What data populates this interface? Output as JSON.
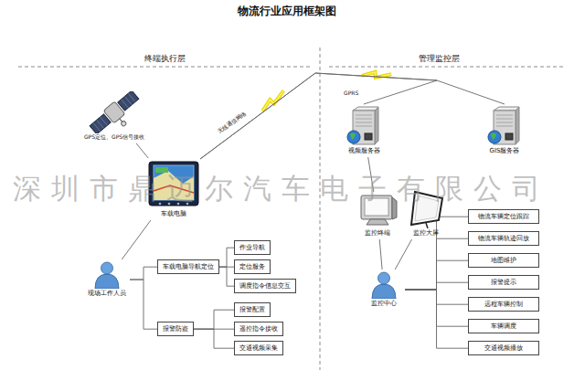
{
  "diagram": {
    "title": "物流行业应用框架图",
    "nodes": [
      {
        "text": [
          "GPS定位、GPS信号接收"
        ]
      },
      {
        "text": [
          "车载电脑"
        ]
      },
      {
        "text": [
          "现场工作人员"
        ]
      },
      {
        "text": [
          "车载电脑导航定位"
        ]
      },
      {
        "text": [
          "作业导航"
        ]
      },
      {
        "text": [
          "定位服务"
        ]
      },
      {
        "text": [
          "调度指令信息交互"
        ]
      },
      {
        "text": [
          "报警防盗"
        ]
      },
      {
        "text": [
          "报警配置"
        ]
      },
      {
        "text": [
          "遥控指令接收"
        ]
      },
      {
        "text": [
          "交通视频采集"
        ]
      },
      {
        "text": [
          "视频服务器"
        ]
      },
      {
        "text": [
          "GIS服务器"
        ]
      },
      {
        "text": [
          "监控终端"
        ]
      },
      {
        "text": [
          "监控大屏"
        ]
      },
      {
        "text": [
          "监控中心"
        ]
      },
      {
        "text": [
          "物流车辆定位跟踪"
        ]
      },
      {
        "text": [
          "物流车辆轨迹回放"
        ]
      },
      {
        "text": [
          "地图维护"
        ]
      },
      {
        "text": [
          "报警提示"
        ]
      },
      {
        "text": [
          "远程车辆控制"
        ]
      },
      {
        "text": [
          "车辆调度"
        ]
      },
      {
        "text": [
          "交通视频播放"
        ]
      }
    ],
    "edges": [
      {
        "from": 0,
        "to": 1,
        "arrow": "none"
      },
      {
        "from": 1,
        "to": 2,
        "arrow": "none"
      },
      {
        "from": 2,
        "to": 3,
        "arrow": "none"
      },
      {
        "from": 2,
        "to": 7,
        "arrow": "none"
      },
      {
        "from": 3,
        "to": 4,
        "arrow": "none"
      },
      {
        "from": 3,
        "to": 5,
        "arrow": "none"
      },
      {
        "from": 3,
        "to": 6,
        "arrow": "none"
      },
      {
        "from": 7,
        "to": 8,
        "arrow": "none"
      },
      {
        "from": 7,
        "to": 9,
        "arrow": "none"
      },
      {
        "from": 7,
        "to": 10,
        "arrow": "none"
      },
      {
        "from": 1,
        "to": 11,
        "label": "无线通信网络",
        "arrow": "none"
      },
      {
        "from": 1,
        "to": 12,
        "arrow": "none"
      },
      {
        "from": 11,
        "to": 13,
        "arrow": "none"
      },
      {
        "from": 13,
        "to": 15,
        "arrow": "none"
      },
      {
        "from": 14,
        "to": 15,
        "arrow": "none"
      },
      {
        "from": 15,
        "to": 16,
        "arrow": "none"
      },
      {
        "from": 15,
        "to": 17,
        "arrow": "none"
      },
      {
        "from": 15,
        "to": 18,
        "arrow": "none"
      },
      {
        "from": 15,
        "to": 19,
        "arrow": "none"
      },
      {
        "from": 15,
        "to": 20,
        "arrow": "none"
      },
      {
        "from": 15,
        "to": 21,
        "arrow": "none"
      },
      {
        "from": 15,
        "to": 22,
        "arrow": "none"
      }
    ],
    "labels": [
      "终端执行层",
      "管理监控层",
      "GPRS",
      "深圳市鼎迈尔汽车电子有限公司"
    ]
  }
}
